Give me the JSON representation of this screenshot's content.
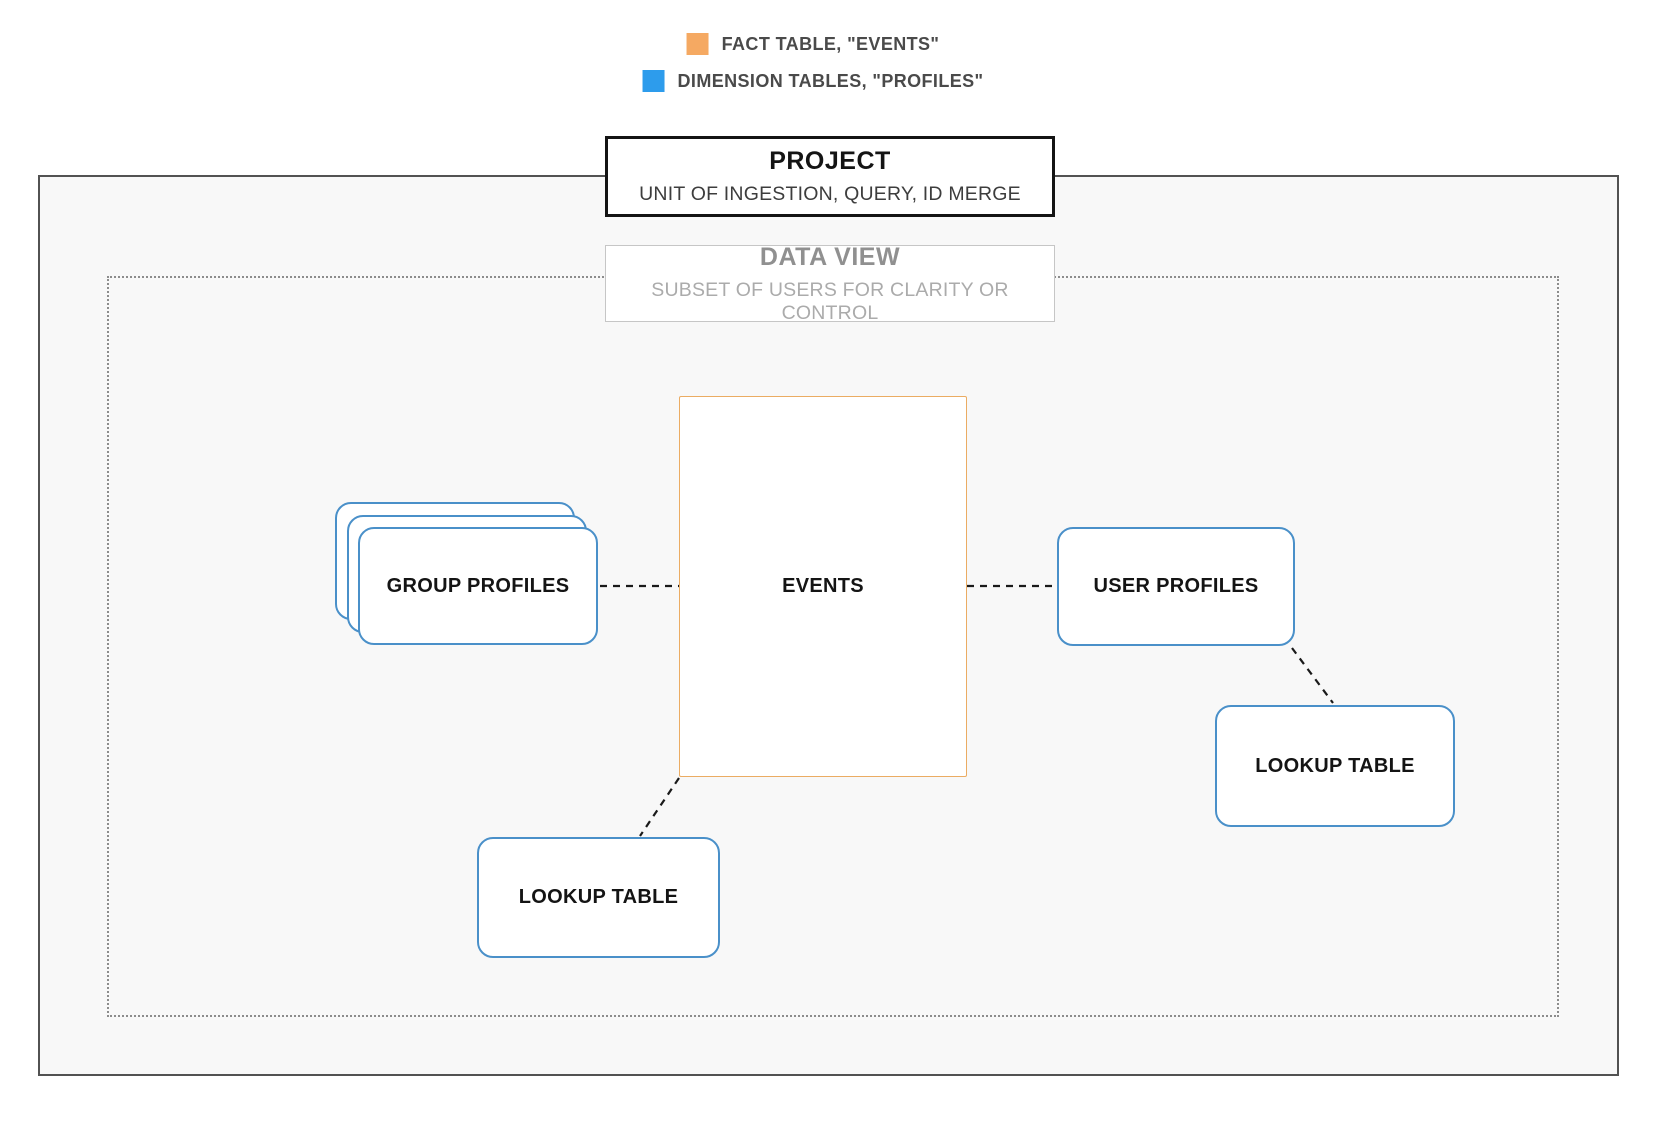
{
  "legend": {
    "items": [
      {
        "id": "fact",
        "label": "FACT TABLE, \"EVENTS\"",
        "color": "#F5A962"
      },
      {
        "id": "dimension",
        "label": "DIMENSION TABLES, \"PROFILES\"",
        "color": "#2D9CEC"
      }
    ]
  },
  "project": {
    "title": "PROJECT",
    "subtitle": "UNIT OF INGESTION, QUERY, ID MERGE"
  },
  "data_view": {
    "title": "DATA VIEW",
    "subtitle": "SUBSET OF USERS FOR CLARITY OR CONTROL"
  },
  "nodes": {
    "events": {
      "label": "EVENTS",
      "type": "fact"
    },
    "group_profiles": {
      "label": "GROUP PROFILES",
      "type": "dimension",
      "stacked": true
    },
    "user_profiles": {
      "label": "USER PROFILES",
      "type": "dimension"
    },
    "lookup_table_left": {
      "label": "LOOKUP TABLE",
      "type": "dimension"
    },
    "lookup_table_right": {
      "label": "LOOKUP TABLE",
      "type": "dimension"
    }
  },
  "connections": [
    {
      "from": "group_profiles",
      "to": "events",
      "style": "dashed"
    },
    {
      "from": "events",
      "to": "user_profiles",
      "style": "dashed"
    },
    {
      "from": "user_profiles",
      "to": "lookup_table_right",
      "style": "dashed"
    },
    {
      "from": "events",
      "to": "lookup_table_left",
      "style": "dashed"
    }
  ],
  "colors": {
    "fact_accent": "#F5A962",
    "dimension_accent": "#2D9CEC",
    "node_border_blue": "#4A90C9",
    "events_border_orange": "#EBAC63",
    "outer_border": "#525252",
    "inner_fill": "#f8f8f8"
  }
}
